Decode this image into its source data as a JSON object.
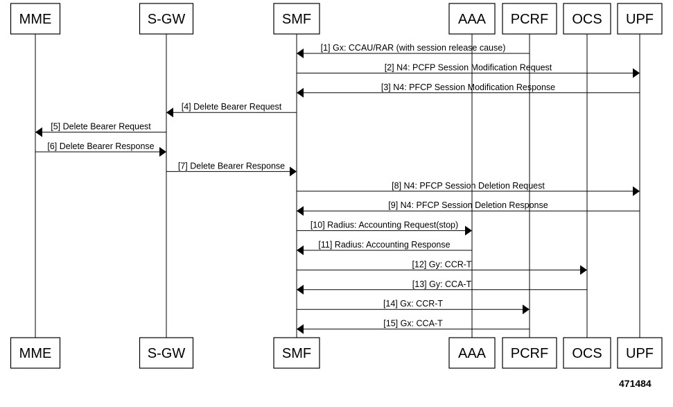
{
  "participants": [
    {
      "id": "mme",
      "label": "MME"
    },
    {
      "id": "sgw",
      "label": "S-GW"
    },
    {
      "id": "smf",
      "label": "SMF"
    },
    {
      "id": "aaa",
      "label": "AAA"
    },
    {
      "id": "pcrf",
      "label": "PCRF"
    },
    {
      "id": "ocs",
      "label": "OCS"
    },
    {
      "id": "upf",
      "label": "UPF"
    }
  ],
  "messages": [
    {
      "from": "pcrf",
      "to": "smf",
      "label": "[1] Gx: CCAU/RAR (with session release cause)"
    },
    {
      "from": "smf",
      "to": "upf",
      "label": "[2] N4: PCFP Session Modification Request"
    },
    {
      "from": "upf",
      "to": "smf",
      "label": "[3] N4: PFCP Session Modification Response"
    },
    {
      "from": "smf",
      "to": "sgw",
      "label": "[4] Delete Bearer Request"
    },
    {
      "from": "sgw",
      "to": "mme",
      "label": "[5] Delete Bearer Request"
    },
    {
      "from": "mme",
      "to": "sgw",
      "label": "[6] Delete Bearer Response"
    },
    {
      "from": "sgw",
      "to": "smf",
      "label": "[7] Delete Bearer Response"
    },
    {
      "from": "smf",
      "to": "upf",
      "label": "[8] N4: PFCP Session Deletion Request"
    },
    {
      "from": "upf",
      "to": "smf",
      "label": "[9] N4: PFCP Session Deletion Response"
    },
    {
      "from": "smf",
      "to": "aaa",
      "label": "[10] Radius: Accounting Request(stop)"
    },
    {
      "from": "aaa",
      "to": "smf",
      "label": "[11] Radius: Accounting Response"
    },
    {
      "from": "smf",
      "to": "ocs",
      "label": "[12] Gy: CCR-T"
    },
    {
      "from": "ocs",
      "to": "smf",
      "label": "[13] Gy: CCA-T"
    },
    {
      "from": "smf",
      "to": "pcrf",
      "label": "[14] Gx: CCR-T"
    },
    {
      "from": "pcrf",
      "to": "smf",
      "label": "[15] Gx: CCA-T"
    }
  ],
  "figure_id": "471484"
}
